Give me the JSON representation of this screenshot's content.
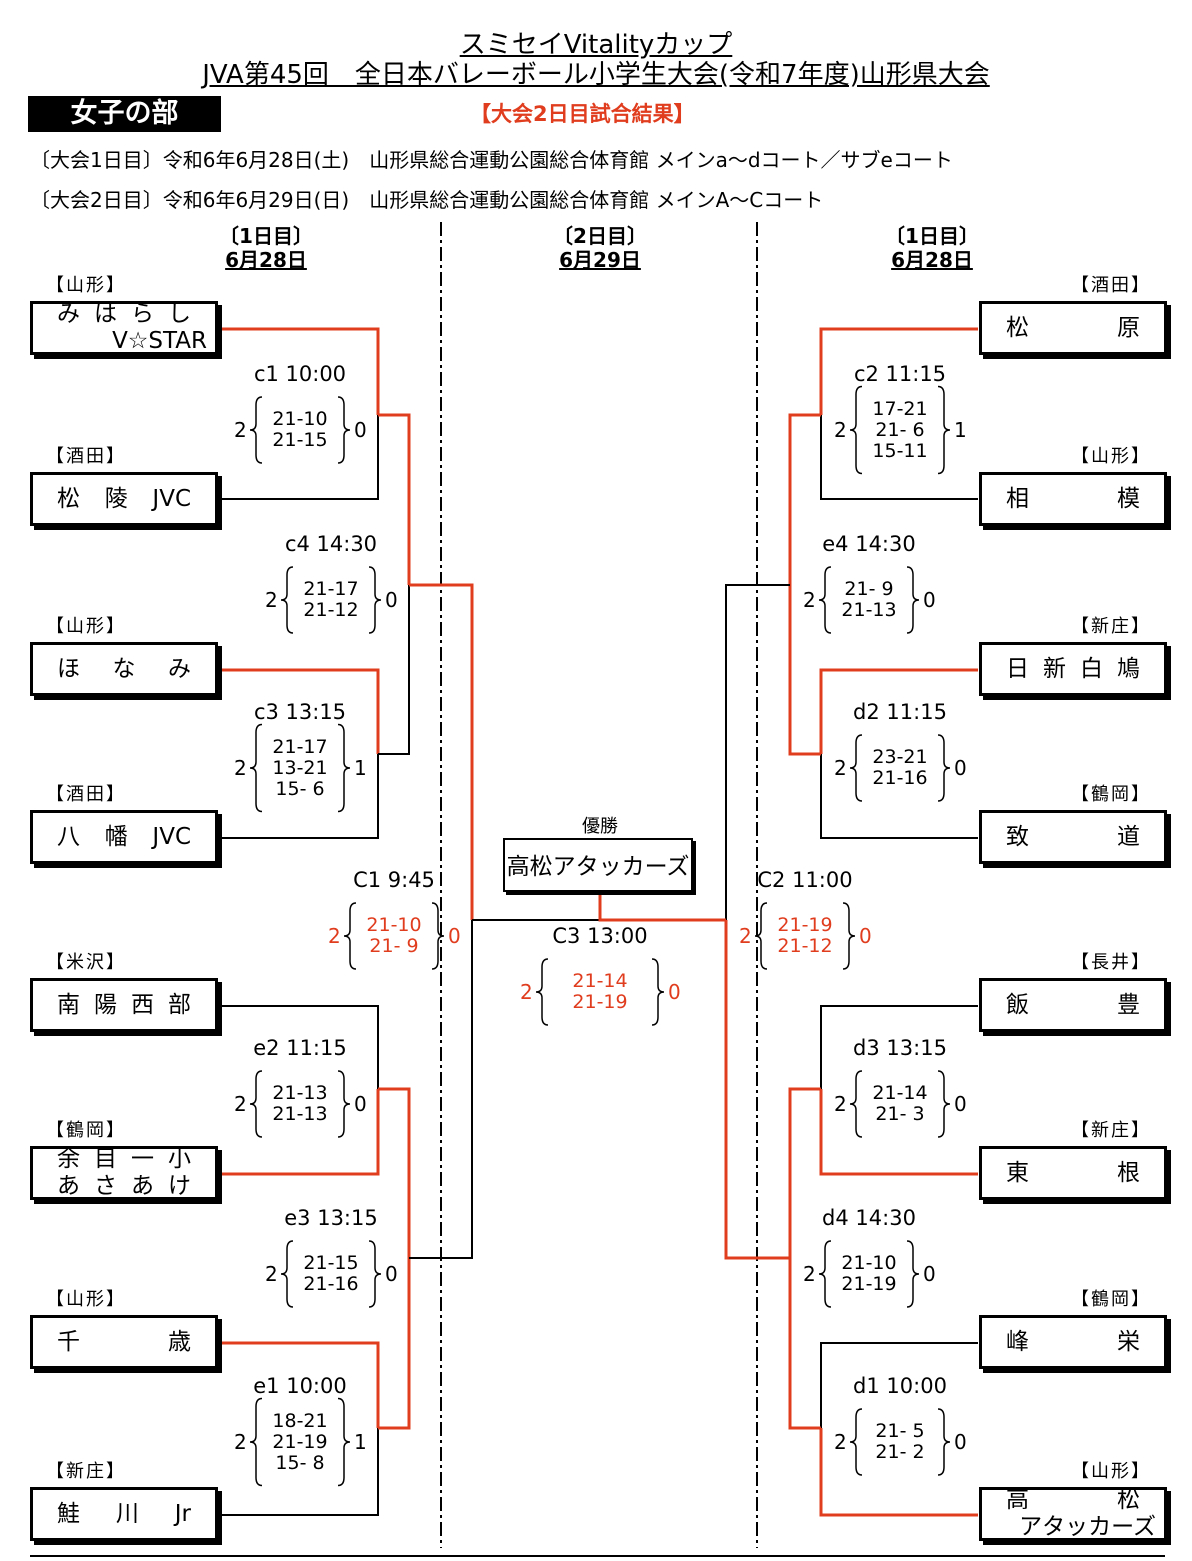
{
  "header": {
    "title1": "スミセイVitalityカップ",
    "title2": "JVA第45回　全日本バレーボール小学生大会(令和7年度)山形県大会",
    "division": "女子の部",
    "result_label": "【大会2日目試合結果】",
    "day1_info": "〔大会1日目〕令和6年6月28日(土)　山形県総合運動公園総合体育館 メインa～dコート／サブeコート",
    "day2_info": "〔大会2日目〕令和6年6月29日(日)　山形県総合運動公園総合体育館 メインA～Cコート"
  },
  "day_headers": {
    "left": {
      "line1": "〔1日目〕",
      "line2": "6月28日"
    },
    "center": {
      "line1": "〔2日目〕",
      "line2": "6月29日"
    },
    "right": {
      "line1": "〔1日目〕",
      "line2": "6月28日"
    }
  },
  "left_teams": [
    {
      "pref": "【山形】",
      "line1": "みはらし",
      "line2": "V☆STAR"
    },
    {
      "pref": "【酒田】",
      "line1": "松陵JVC"
    },
    {
      "pref": "【山形】",
      "line1": "ほなみ"
    },
    {
      "pref": "【酒田】",
      "line1": "八幡JVC"
    },
    {
      "pref": "【米沢】",
      "line1": "南陽西部"
    },
    {
      "pref": "【鶴岡】",
      "line1": "余目一小",
      "line2": "あさあけ"
    },
    {
      "pref": "【山形】",
      "line1": "千歳"
    },
    {
      "pref": "【新庄】",
      "line1": "鮭川Jr"
    }
  ],
  "right_teams": [
    {
      "pref": "【酒田】",
      "line1": "松原"
    },
    {
      "pref": "【山形】",
      "line1": "相模"
    },
    {
      "pref": "【新庄】",
      "line1": "日新白鳩"
    },
    {
      "pref": "【鶴岡】",
      "line1": "致道"
    },
    {
      "pref": "【長井】",
      "line1": "飯豊"
    },
    {
      "pref": "【新庄】",
      "line1": "東根"
    },
    {
      "pref": "【鶴岡】",
      "line1": "峰栄"
    },
    {
      "pref": "【山形】",
      "line1": "高松",
      "line2": "アタッカーズ"
    }
  ],
  "matches": {
    "c1": {
      "label": "c1 10:00",
      "left": "2",
      "right": "0",
      "sets": [
        "21-10",
        "21-15"
      ]
    },
    "c4": {
      "label": "c4 14:30",
      "left": "2",
      "right": "0",
      "sets": [
        "21-17",
        "21-12"
      ]
    },
    "c3": {
      "label": "c3 13:15",
      "left": "2",
      "right": "1",
      "sets": [
        "21-17",
        "13-21",
        "15- 6"
      ]
    },
    "e2": {
      "label": "e2 11:15",
      "left": "2",
      "right": "0",
      "sets": [
        "21-13",
        "21-13"
      ]
    },
    "e3": {
      "label": "e3 13:15",
      "left": "2",
      "right": "0",
      "sets": [
        "21-15",
        "21-16"
      ]
    },
    "e1": {
      "label": "e1 10:00",
      "left": "2",
      "right": "1",
      "sets": [
        "18-21",
        "21-19",
        "15- 8"
      ]
    },
    "c2": {
      "label": "c2 11:15",
      "left": "2",
      "right": "1",
      "sets": [
        "17-21",
        "21- 6",
        "15-11"
      ]
    },
    "e4": {
      "label": "e4 14:30",
      "left": "2",
      "right": "0",
      "sets": [
        "21- 9",
        "21-13"
      ]
    },
    "d2": {
      "label": "d2 11:15",
      "left": "2",
      "right": "0",
      "sets": [
        "23-21",
        "21-16"
      ]
    },
    "d3": {
      "label": "d3 13:15",
      "left": "2",
      "right": "0",
      "sets": [
        "21-14",
        "21- 3"
      ]
    },
    "d4": {
      "label": "d4 14:30",
      "left": "2",
      "right": "0",
      "sets": [
        "21-10",
        "21-19"
      ]
    },
    "d1": {
      "label": "d1 10:00",
      "left": "2",
      "right": "0",
      "sets": [
        "21- 5",
        "21- 2"
      ]
    },
    "C1": {
      "label": "C1 9:45",
      "left": "2",
      "right": "0",
      "sets": [
        "21-10",
        "21- 9"
      ]
    },
    "C2": {
      "label": "C2 11:00",
      "left": "2",
      "right": "0",
      "sets": [
        "21-19",
        "21-12"
      ]
    },
    "C3": {
      "label": "C3 13:00",
      "left": "2",
      "right": "0",
      "sets": [
        "21-14",
        "21-19"
      ]
    }
  },
  "champion": {
    "label": "優勝",
    "name": "高松アタッカーズ"
  },
  "colors": {
    "win_line": "#e03c1e",
    "line": "#000000"
  }
}
